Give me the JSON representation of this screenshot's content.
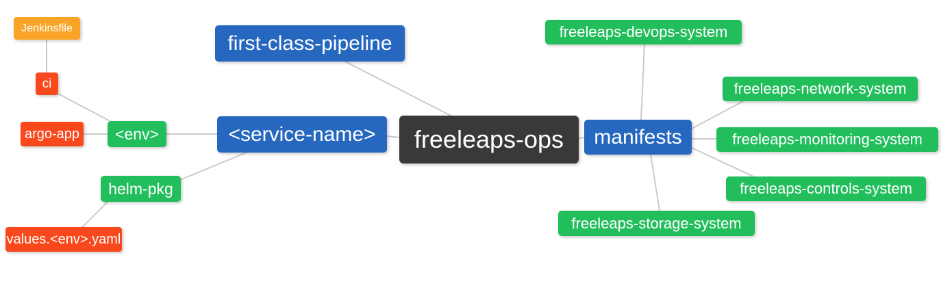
{
  "diagram": {
    "type": "mind-map",
    "root_label": "freeleaps-ops",
    "colors": {
      "root_bg": "#3B3838",
      "branch_bg": "#2667BF",
      "leaf_green_bg": "#23BE5C",
      "leaf_red_bg": "#F9481C",
      "leaf_amber_bg": "#F9A426",
      "edge": "#CBCBCB",
      "text": "#FFFFFF",
      "background": "#FFFFFF"
    },
    "nodes": {
      "freeleaps_ops": {
        "label": "freeleaps-ops"
      },
      "first_class_pipeline": {
        "label": "first-class-pipeline"
      },
      "service_name": {
        "label": "<service-name>"
      },
      "env": {
        "label": "<env>"
      },
      "ci": {
        "label": "ci"
      },
      "jenkinsfile": {
        "label": "Jenkinsfile"
      },
      "argo_app": {
        "label": "argo-app"
      },
      "helm_pkg": {
        "label": "helm-pkg"
      },
      "values_env_yaml": {
        "label": "values.<env>.yaml"
      },
      "manifests": {
        "label": "manifests"
      },
      "devops_system": {
        "label": "freeleaps-devops-system"
      },
      "network_system": {
        "label": "freeleaps-network-system"
      },
      "monitoring_system": {
        "label": "freeleaps-monitoring-system"
      },
      "controls_system": {
        "label": "freeleaps-controls-system"
      },
      "storage_system": {
        "label": "freeleaps-storage-system"
      }
    },
    "edges": [
      {
        "from": "Jenkinsfile",
        "to": "ci"
      },
      {
        "from": "ci",
        "to": "<env>"
      },
      {
        "from": "argo-app",
        "to": "<env>"
      },
      {
        "from": "<env>",
        "to": "<service-name>"
      },
      {
        "from": "helm-pkg",
        "to": "<service-name>"
      },
      {
        "from": "values.<env>.yaml",
        "to": "helm-pkg"
      },
      {
        "from": "first-class-pipeline",
        "to": "freeleaps-ops"
      },
      {
        "from": "<service-name>",
        "to": "freeleaps-ops"
      },
      {
        "from": "freeleaps-ops",
        "to": "manifests"
      },
      {
        "from": "manifests",
        "to": "freeleaps-devops-system"
      },
      {
        "from": "manifests",
        "to": "freeleaps-network-system"
      },
      {
        "from": "manifests",
        "to": "freeleaps-monitoring-system"
      },
      {
        "from": "manifests",
        "to": "freeleaps-controls-system"
      },
      {
        "from": "manifests",
        "to": "freeleaps-storage-system"
      }
    ]
  }
}
